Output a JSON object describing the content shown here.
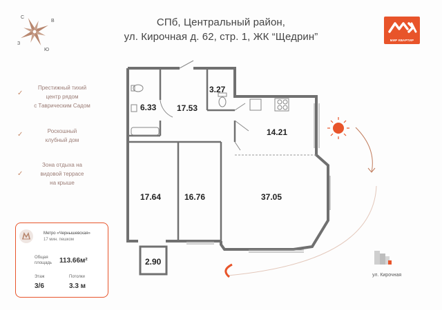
{
  "header": {
    "title_line1": "СПб, Центральный район,",
    "title_line2": "ул. Кирочная д. 62, стр. 1, ЖК “Щедрин”"
  },
  "logo": {
    "caption": "МИР КВАРТИР",
    "color": "#e8542a",
    "icon": "mk-logo-icon"
  },
  "compass": {
    "north": "С",
    "east": "В",
    "west": "З",
    "south": "Ю"
  },
  "features": [
    {
      "lines": [
        "Престижный тихий",
        "центр рядом",
        "с Таврическим Садом"
      ]
    },
    {
      "lines": [
        "Роскошный",
        "клубный дом"
      ]
    },
    {
      "lines": [
        "Зона отдыха на",
        "видовой террасе",
        "на крыше"
      ]
    }
  ],
  "info": {
    "metro_name": "Метро «Чернышевская»",
    "metro_walk": "17 мин. пешком",
    "area_label_1": "Общая",
    "area_label_2": "площадь",
    "area_value": "113.66м²",
    "floor_label": "Этаж",
    "floor_value": "3/6",
    "ceiling_label": "Потолки",
    "ceiling_value": "3.3 м"
  },
  "rooms": {
    "bath": "6.33",
    "hall": "17.53",
    "wc": "3.27",
    "kitchen": "14.21",
    "bedroom1": "17.64",
    "bedroom2": "16.76",
    "living": "37.05",
    "balcony": "2.90"
  },
  "street_label": "ул. Кирочная",
  "colors": {
    "accent": "#e8542a",
    "wall": "#6e6e6e",
    "feature_text": "#9a7b74"
  }
}
